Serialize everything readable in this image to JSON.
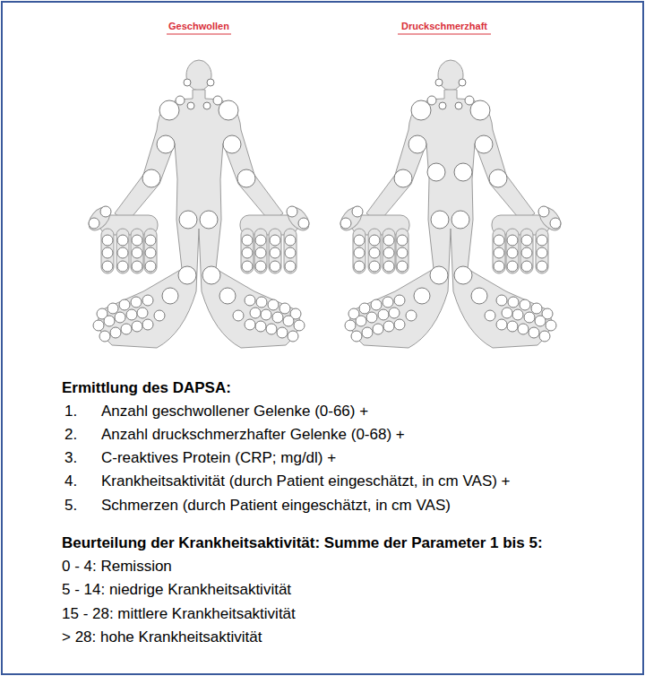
{
  "diagram": {
    "labels": [
      "Geschwollen",
      "Druckschmerzhaft",
      "Ermittlung des DAPSA:",
      "1.",
      "Anzahl geschwollener Gelenke (0-66) +",
      "2.",
      "Anzahl druckschmerzhafter Gelenke (0-68) +",
      "3.",
      "C-reaktives Protein (CRP; mg/dl) +",
      "4.",
      "Krankheitsaktivität (durch Patient eingeschätzt, in cm VAS) +",
      "5.",
      "Schmerzen (durch Patient eingeschätzt, in cm VAS)",
      "Beurteilung der Krankheitsaktivität: Summe der Parameter 1 bis 5:",
      "0 - 4: Remission",
      "5 - 14: niedrige Krankheitsaktivität",
      "15 - 28: mittlere Krankheitsaktivität",
      "> 28: hohe Krankheitsaktivität"
    ]
  }
}
